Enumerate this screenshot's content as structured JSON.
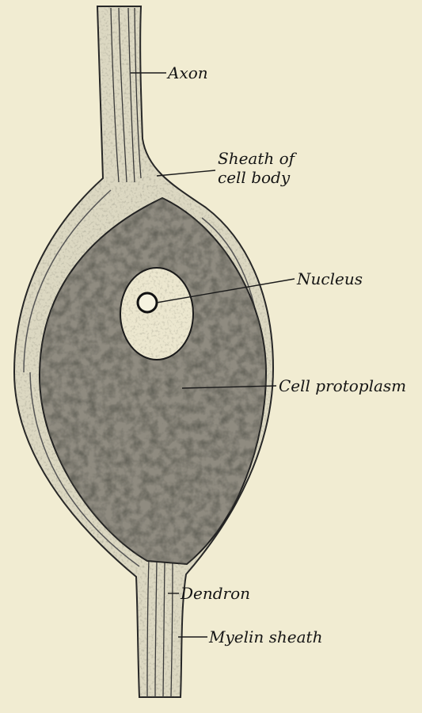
{
  "figure": {
    "labels": {
      "axon": "Axon",
      "sheath_line1": "Sheath of",
      "sheath_line2": "cell body",
      "nucleus": "Nucleus",
      "protoplasm": "Cell protoplasm",
      "dendron": "Dendron",
      "myelin": "Myelin sheath"
    }
  },
  "colors": {
    "paper": "#f1ecd2",
    "sheath": "#dcd8c2",
    "cytoplasm": "#8f8b80",
    "ink": "#151515"
  }
}
